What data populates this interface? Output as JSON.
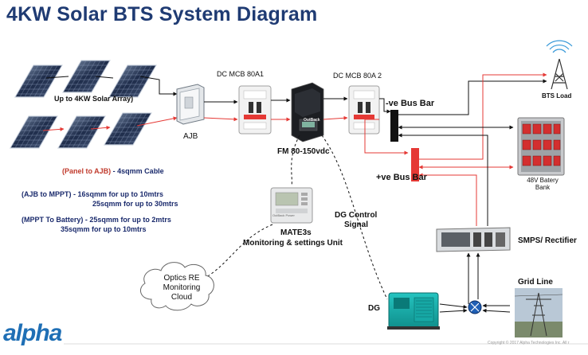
{
  "title": "4KW Solar BTS System Diagram",
  "labels": {
    "solar_array": "Up to 4KW Solar Array)",
    "ajb": "AJB",
    "mcb1": "DC MCB 80A1",
    "mcb2": "DC MCB 80A 2",
    "mppt": "FM 80-150vdc",
    "neg_bus": "-ve Bus Bar",
    "pos_bus": "+ve Bus Bar",
    "bts_load": "BTS Load",
    "battery_line1": "48V Batery",
    "battery_line2": "Bank",
    "mate3s_line1": "MATE3s",
    "mate3s_line2": "Monitoring & settings Unit",
    "dg_control_line1": "DG Control",
    "dg_control_line2": "Signal",
    "smps": "SMPS/ Rectifier",
    "grid_line": "Grid Line",
    "dg": "DG",
    "cloud_line1": "Optics RE",
    "cloud_line2": "Monitoring",
    "cloud_line3": "Cloud",
    "mppt_brand": "OutBack",
    "mate_brand": "OutBack Power"
  },
  "notes": {
    "panel_ajb_red": "(Panel to AJB)",
    "panel_ajb_rest": " - 4sqmm Cable",
    "ajb_mppt_1": "(AJB to MPPT) - 16sqmm for up to 10mtrs",
    "ajb_mppt_2": "25sqmm for up to 30mtrs",
    "mppt_batt_1": "(MPPT To Battery) - 25sqmm for up to 2mtrs",
    "mppt_batt_2": "35sqmm for up to 10mtrs"
  },
  "logo_text": "alpha",
  "copyright": "Copyright © 2017 Alpha Technologies Inc. All r",
  "colors": {
    "title": "#1f3b73",
    "positive_wire": "#e53935",
    "negative_wire": "#111111",
    "logo": "#1f6fb5",
    "note_red": "#c0392b",
    "note_navy": "#1a2a6c"
  }
}
